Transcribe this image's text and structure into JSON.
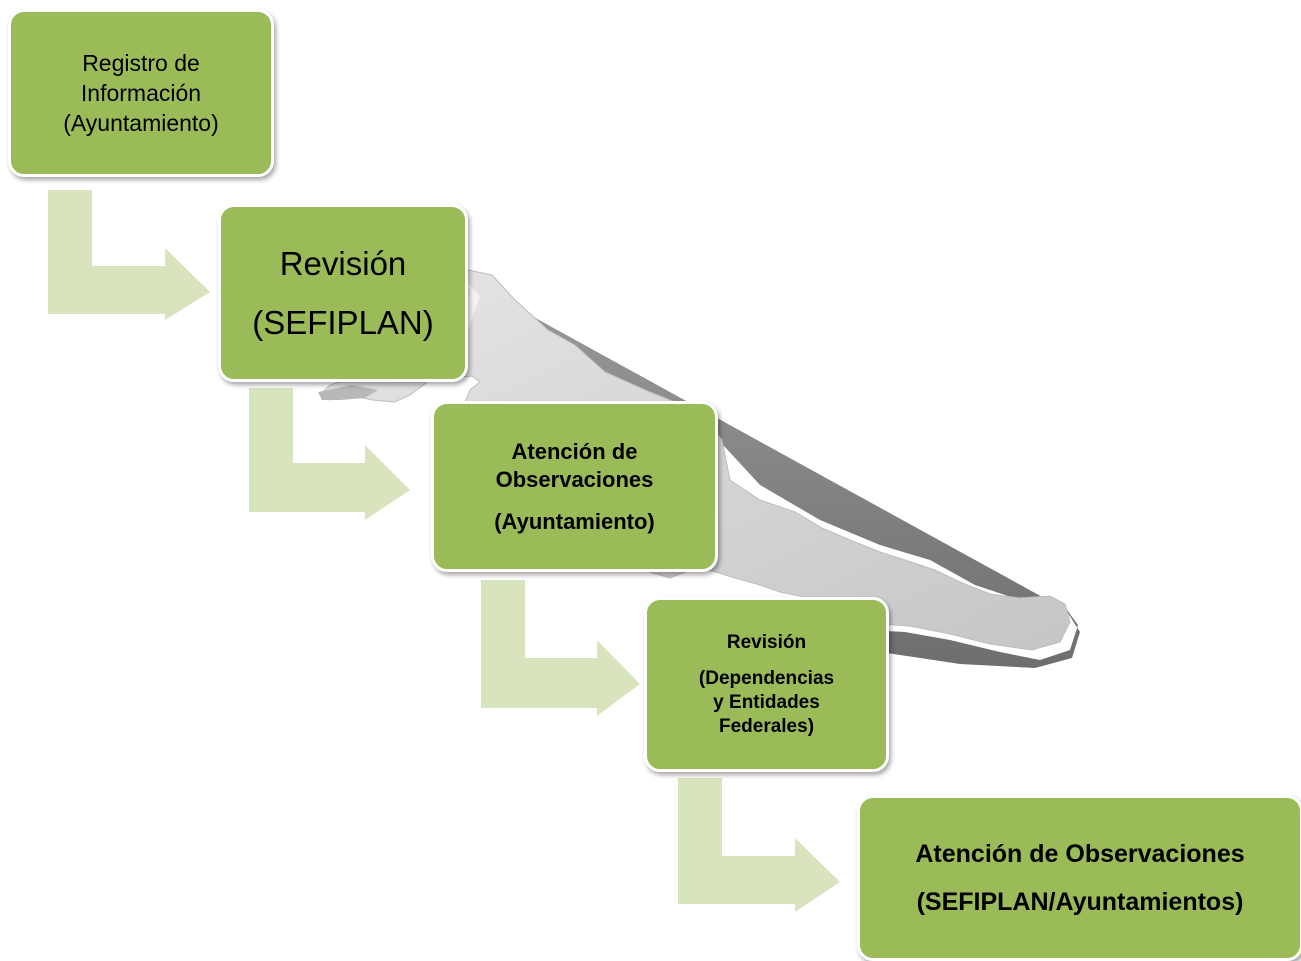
{
  "diagram": {
    "colors": {
      "box_fill": "#9bbb59",
      "box_border": "#ffffff",
      "arrow_fill": "#d7e4bd",
      "map_fill": "#d4d4d4",
      "map_side": "#8c8c8c"
    },
    "steps": [
      {
        "line1": "Registro de",
        "line2": "Información",
        "line3": "(Ayuntamiento)"
      },
      {
        "line1": "Revisión",
        "line2": "(SEFIPLAN)"
      },
      {
        "line1": "Atención de",
        "line2": "Observaciones",
        "line3": "(Ayuntamiento)"
      },
      {
        "line1": "Revisión",
        "line2": "(Dependencias",
        "line3": "y Entidades",
        "line4": "Federales)"
      },
      {
        "line1": "Atención de Observaciones",
        "line2": "(SEFIPLAN/Ayuntamientos)"
      }
    ]
  }
}
